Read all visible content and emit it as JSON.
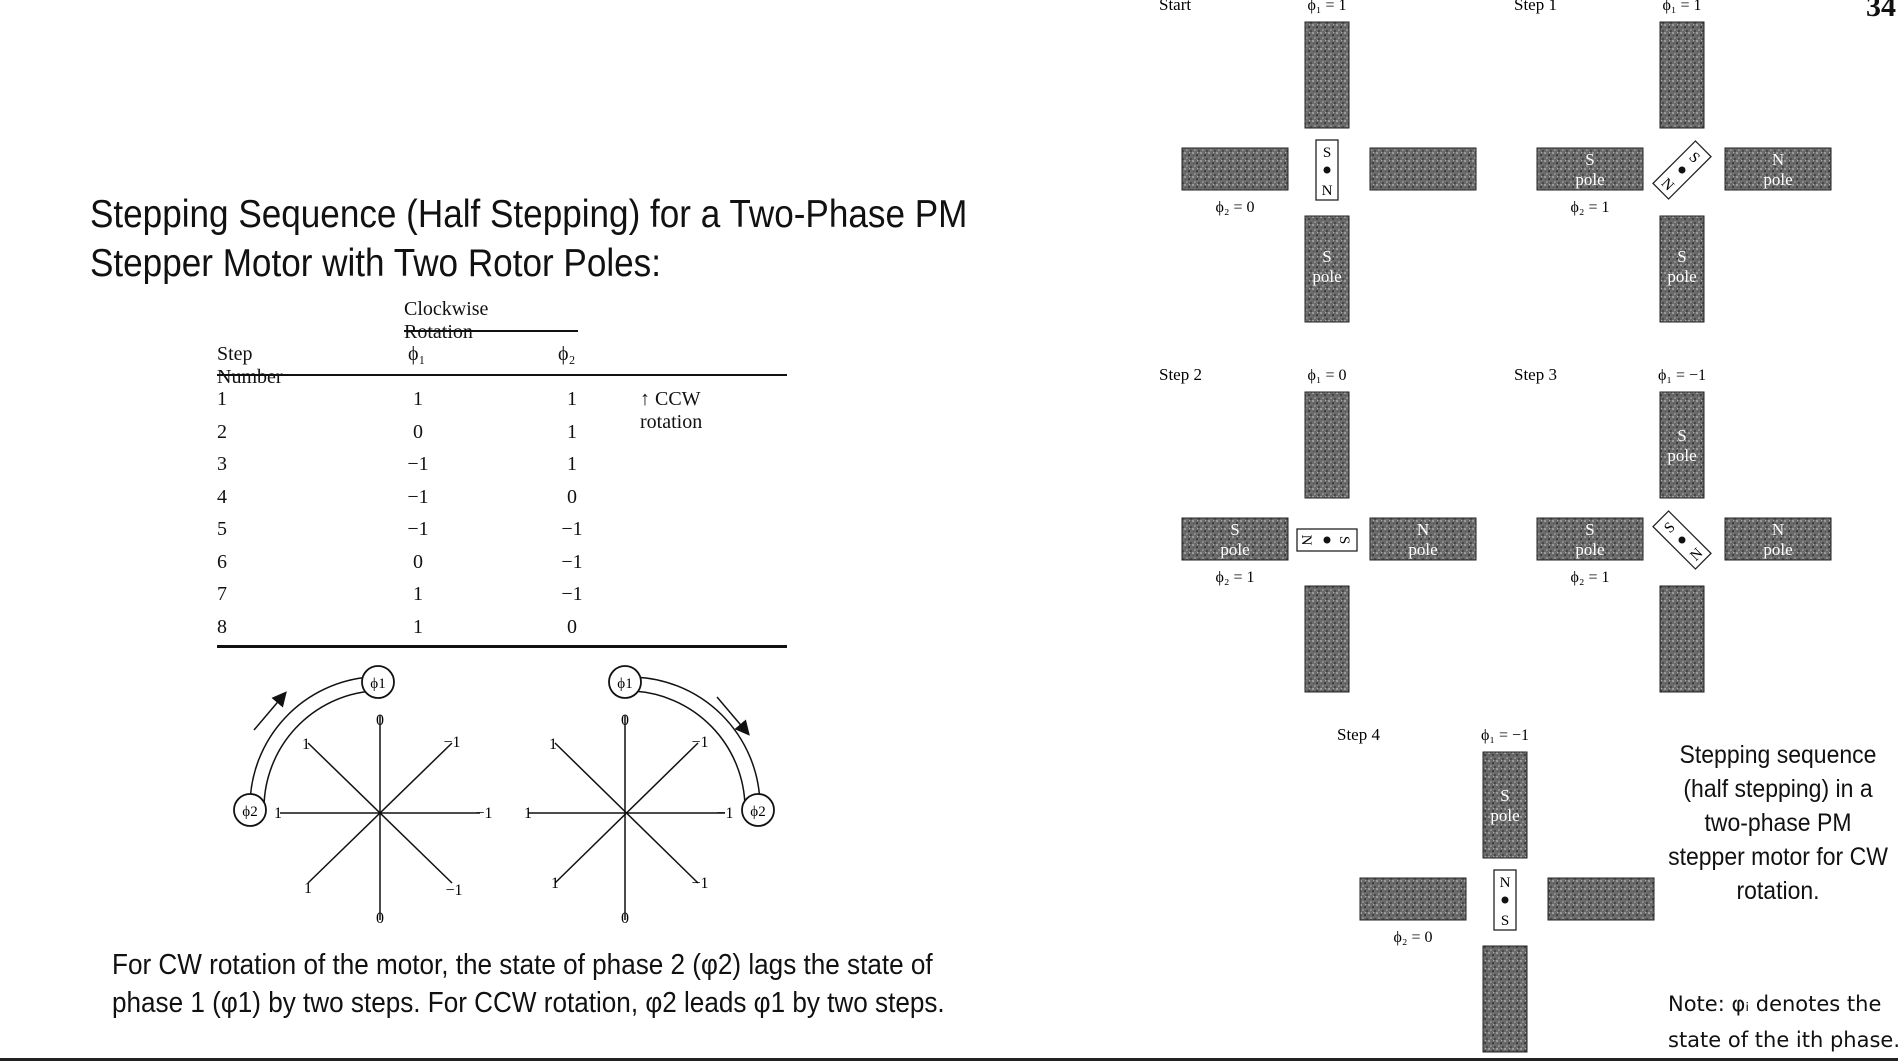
{
  "page_number": "34",
  "title": {
    "line1": "Stepping Sequence (Half Stepping) for a Two-Phase PM",
    "line2": "Stepper Motor with Two Rotor Poles:"
  },
  "table": {
    "group_header": "Clockwise Rotation",
    "col_step": "Step Number",
    "col_phi1": "ϕ₁",
    "col_phi2": "ϕ₂",
    "ccw_note": "↑ CCW rotation",
    "rows": [
      {
        "step": "1",
        "phi1": "1",
        "phi2": "1"
      },
      {
        "step": "2",
        "phi1": "0",
        "phi2": "1"
      },
      {
        "step": "3",
        "phi1": "−1",
        "phi2": "1"
      },
      {
        "step": "4",
        "phi1": "−1",
        "phi2": "0"
      },
      {
        "step": "5",
        "phi1": "−1",
        "phi2": "−1"
      },
      {
        "step": "6",
        "phi1": "0",
        "phi2": "−1"
      },
      {
        "step": "7",
        "phi1": "1",
        "phi2": "−1"
      },
      {
        "step": "8",
        "phi1": "1",
        "phi2": "0"
      }
    ]
  },
  "dials": {
    "phi1_label": "ϕ1",
    "phi2_label": "ϕ2",
    "left": {
      "top": "0",
      "bottom": "0",
      "left": "1",
      "right": "−1",
      "ul": "1",
      "ur": "−1",
      "ll": "1",
      "lr": "−1"
    },
    "right": {
      "top": "0",
      "bottom": "0",
      "left": "1",
      "right": "−1",
      "ul": "1",
      "ur": "−1",
      "ll": "1",
      "lr": "−1"
    }
  },
  "footnote": {
    "line1": "For CW rotation of the motor, the state of phase 2 (φ2) lags the state of",
    "line2": "phase 1 (φ1) by two steps. For CCW rotation, φ2 leads φ1 by two steps."
  },
  "steps": [
    {
      "label": "Start",
      "phi1": "ϕ₁ = 1",
      "phi2": "ϕ₂ = 0",
      "left_pole": "",
      "right_pole": "",
      "top_pole": "",
      "bottom_pole": "S pole",
      "rotor": "vertical",
      "rotor_top": "S",
      "rotor_bottom": "N"
    },
    {
      "label": "Step 1",
      "phi1": "ϕ₁ = 1",
      "phi2": "ϕ₂ = 1",
      "left_pole": "S pole",
      "right_pole": "N pole",
      "top_pole": "",
      "bottom_pole": "S pole",
      "rotor": "diag-ne",
      "rotor_top": "S",
      "rotor_bottom": "N"
    },
    {
      "label": "Step 2",
      "phi1": "ϕ₁ = 0",
      "phi2": "ϕ₂ = 1",
      "left_pole": "S pole",
      "right_pole": "N pole",
      "top_pole": "",
      "bottom_pole": "",
      "rotor": "horizontal",
      "rotor_top": "S",
      "rotor_bottom": "N"
    },
    {
      "label": "Step 3",
      "phi1": "ϕ₁ = −1",
      "phi2": "ϕ₂ = 1",
      "left_pole": "S pole",
      "right_pole": "N pole",
      "top_pole": "S pole",
      "bottom_pole": "",
      "rotor": "diag-se",
      "rotor_top": "S",
      "rotor_bottom": "N"
    },
    {
      "label": "Step 4",
      "phi1": "ϕ₁ = −1",
      "phi2": "ϕ₂ = 0",
      "left_pole": "",
      "right_pole": "",
      "top_pole": "S pole",
      "bottom_pole": "",
      "rotor": "vertical",
      "rotor_top": "N",
      "rotor_bottom": "S"
    }
  ],
  "caption": "Stepping sequence (half stepping) in a two-phase PM stepper motor for CW rotation.",
  "note": {
    "line1": "Note: φᵢ denotes the",
    "line2": "state of the ith phase."
  }
}
